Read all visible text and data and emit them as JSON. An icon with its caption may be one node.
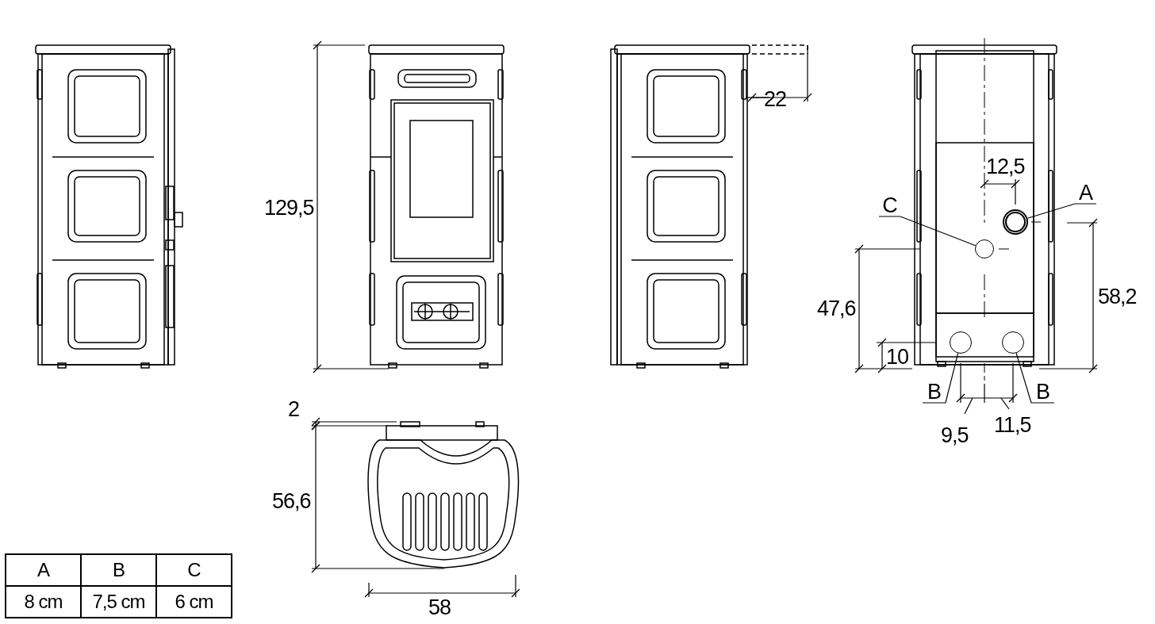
{
  "diagram": {
    "nodes": [
      {
        "text": [
          "C"
        ]
      },
      {
        "text": [],
        "shape": "circle"
      },
      {
        "text": [
          "A"
        ]
      },
      {
        "text": [],
        "shape": "circle"
      },
      {
        "text": [
          "B"
        ]
      },
      {
        "text": [],
        "shape": "circle"
      },
      {
        "text": [
          "B"
        ]
      },
      {
        "text": [],
        "shape": "circle"
      }
    ],
    "edges": [
      {
        "from": 0,
        "to": 1,
        "arrow": "none"
      },
      {
        "from": 2,
        "to": 3,
        "arrow": "none"
      },
      {
        "from": 4,
        "to": 5,
        "arrow": "none"
      },
      {
        "from": 6,
        "to": 7,
        "arrow": "none"
      }
    ],
    "labels": [
      "129,5",
      "22",
      "12,5",
      "47,6",
      "10",
      "58,2",
      "9,5",
      "11,5",
      "2",
      "56,6",
      "58",
      "A",
      "B",
      "C",
      "8 cm",
      "7,5 cm",
      "6 cm"
    ]
  }
}
